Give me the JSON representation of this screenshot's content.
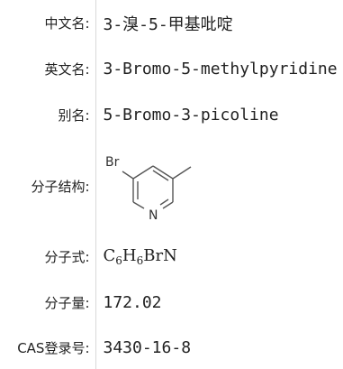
{
  "rows": {
    "cn_name": {
      "key": "中文名:",
      "value": "3-溴-5-甲基吡啶"
    },
    "en_name": {
      "key": "英文名:",
      "value": "3-Bromo-5-methylpyridine"
    },
    "alias": {
      "key": "别名:",
      "value": "5-Bromo-3-picoline"
    },
    "structure": {
      "key": "分子结构:",
      "atoms": {
        "br": "Br",
        "n": "N"
      }
    },
    "formula": {
      "key": "分子式:",
      "c": "C",
      "c_sub": "6",
      "h": "H",
      "h_sub": "6",
      "rest": "BrN"
    },
    "weight": {
      "key": "分子量:",
      "value": "172.02"
    },
    "cas": {
      "key": "CAS登录号:",
      "value": "3430-16-8"
    }
  }
}
